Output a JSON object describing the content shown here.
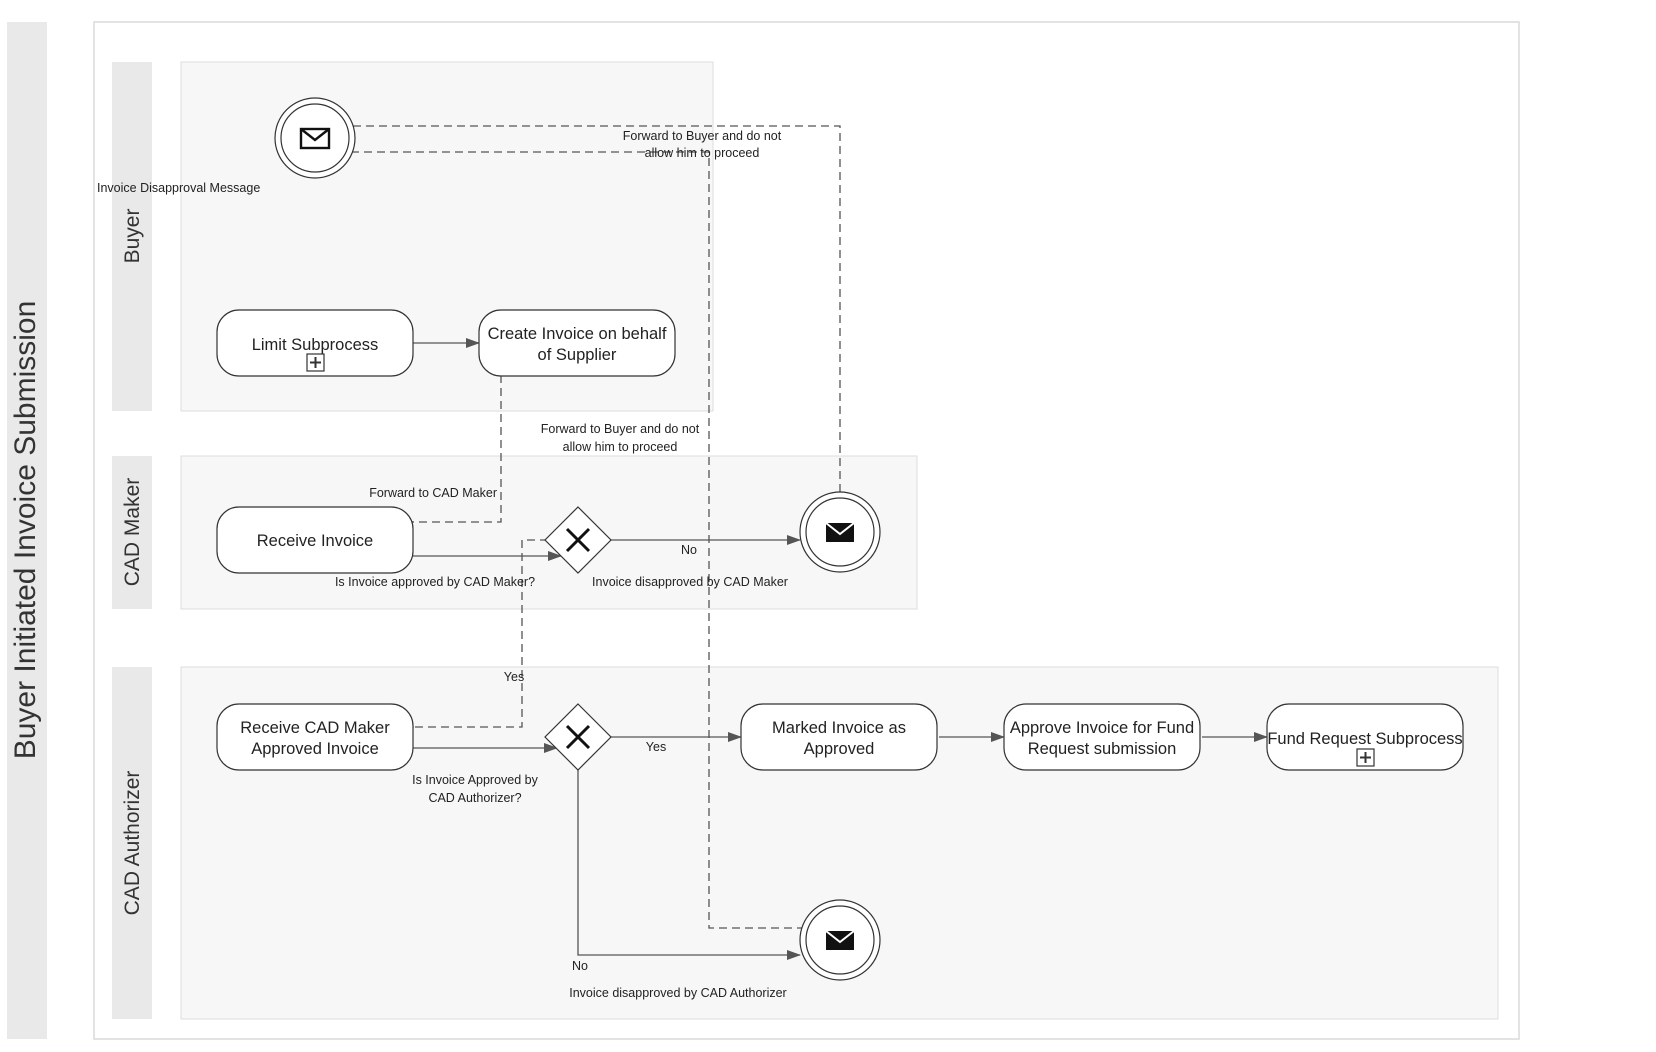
{
  "pool": {
    "title": "Buyer Initiated Invoice Submission"
  },
  "lanes": {
    "buyer": "Buyer",
    "cad_maker": "CAD Maker",
    "cad_authorizer": "CAD Authorizer"
  },
  "tasks": {
    "limit_subprocess": "Limit Subprocess",
    "create_invoice": [
      "Create Invoice on behalf",
      "of Supplier"
    ],
    "receive_invoice": "Receive Invoice",
    "receive_cad_maker_approved": [
      "Receive CAD Maker",
      "Approved Invoice"
    ],
    "marked_invoice_approved": [
      "Marked Invoice as",
      "Approved"
    ],
    "approve_for_fund_request": [
      "Approve Invoice for Fund",
      "Request submission"
    ],
    "fund_request_subprocess": "Fund Request Subprocess"
  },
  "events": {
    "invoice_disapproval_message": "Invoice Disapproval Message",
    "invoice_disapproved_by_cad_maker": "Invoice disapproved by CAD Maker",
    "invoice_disapproved_by_cad_authorizer": "Invoice disapproved by CAD Authorizer"
  },
  "gateways": {
    "cad_maker_question": "Is Invoice approved by CAD Maker?",
    "cad_authorizer_question": [
      "Is Invoice Approved by",
      "CAD Authorizer?"
    ]
  },
  "flow_labels": {
    "forward_to_buyer_top": [
      "Forward to Buyer and do not",
      "allow him to proceed"
    ],
    "forward_to_buyer_mid": [
      "Forward to Buyer and do not",
      "allow him to proceed"
    ],
    "forward_to_cad_maker": "Forward to CAD Maker",
    "no_maker": "No",
    "yes_maker": "Yes",
    "yes_authorizer": "Yes",
    "no_authorizer": "No"
  }
}
